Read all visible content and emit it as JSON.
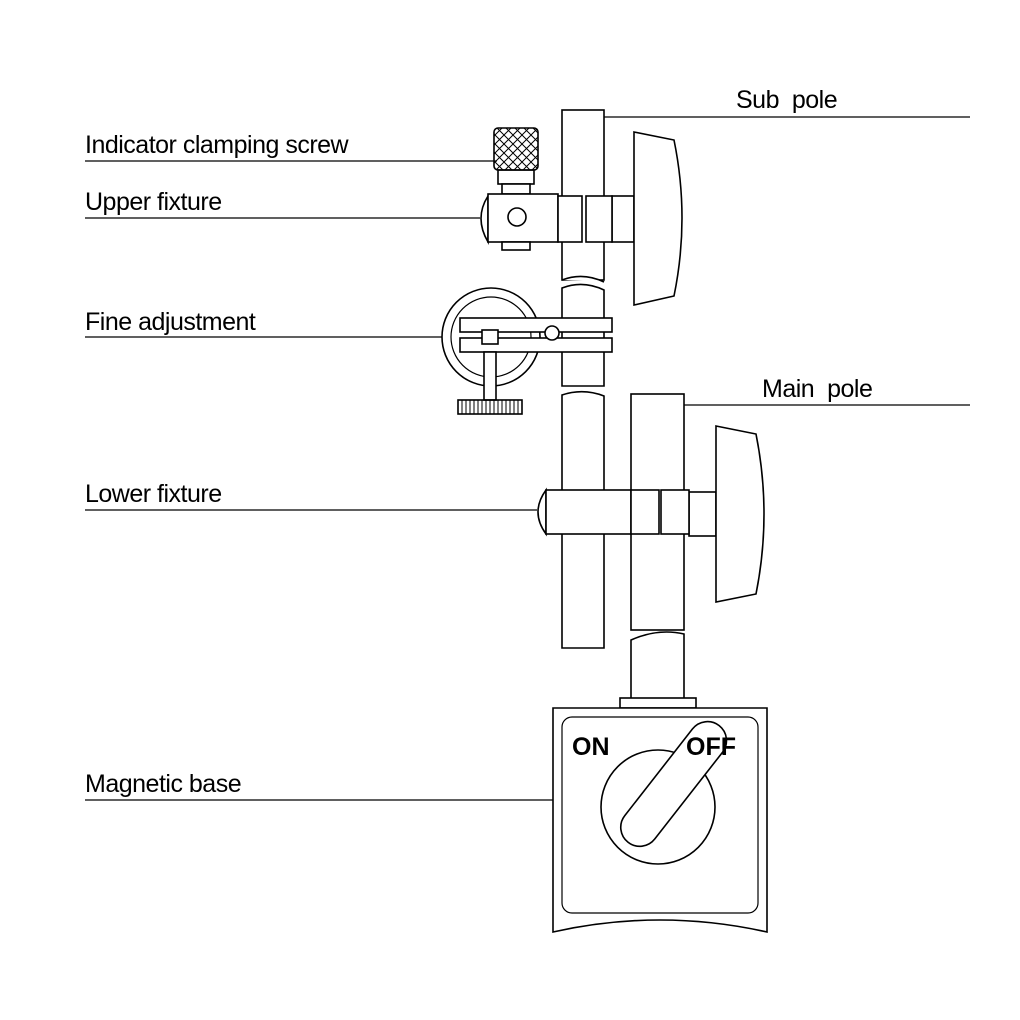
{
  "labels": {
    "sub_pole": "Sub  pole",
    "indicator_clamping_screw": "Indicator clamping screw",
    "upper_fixture": "Upper fixture",
    "fine_adjustment": "Fine adjustment",
    "main_pole": "Main  pole",
    "lower_fixture": "Lower fixture",
    "magnetic_base": "Magnetic base"
  },
  "switch": {
    "on": "ON",
    "off": "OFF"
  }
}
